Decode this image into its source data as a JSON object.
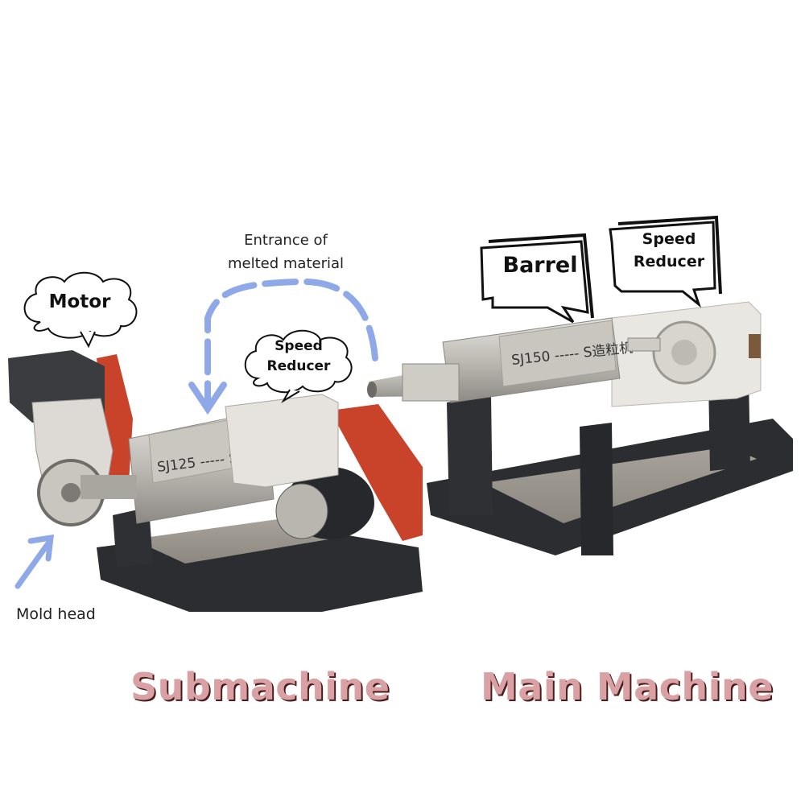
{
  "annotations": {
    "motor": "Motor",
    "speed_reducer_sub_line1": "Speed",
    "speed_reducer_sub_line2": "Reducer",
    "barrel": "Barrel",
    "speed_reducer_main_line1": "Speed",
    "speed_reducer_main_line2": "Reducer",
    "entrance_line1": "Entrance of",
    "entrance_line2": "melted material",
    "mold_head": "Mold head"
  },
  "machine_plates": {
    "submachine_model": "SJ125 ----- S",
    "main_machine_model": "SJ150 ----- S造粒机"
  },
  "captions": {
    "submachine": "Submachine",
    "main_machine": "Main Machine"
  },
  "colors": {
    "arrow": "#8fa8e8",
    "caption_fill": "#d9a1a4",
    "caption_shadow": "#4a1c1c",
    "machine_red": "#c8432a",
    "machine_frame": "#2b2d30",
    "machine_steel": "#c9c7c3"
  }
}
